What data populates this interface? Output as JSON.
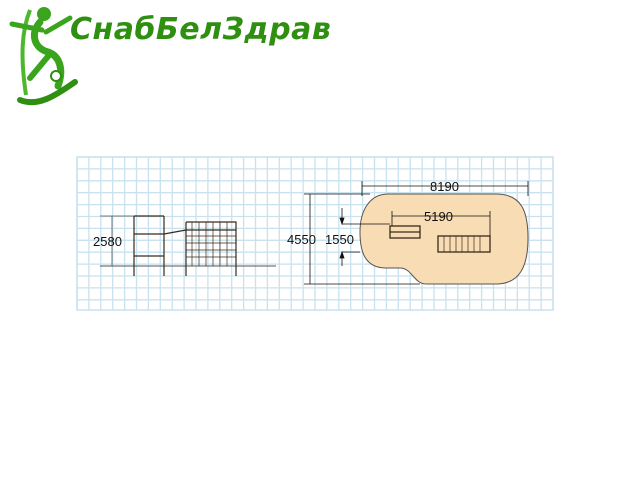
{
  "brand": {
    "name": "СнабБелЗдрав",
    "color": "#2e8f10",
    "logo_icon": "athlete-figure-icon"
  },
  "drawing": {
    "grid_color": "#c9e2ee",
    "pad_color": "#f8ddb4",
    "side_view": {
      "height_label": "2580"
    },
    "plan_view": {
      "overall_depth_label": "4550",
      "inner_depth_label": "1550",
      "overall_length_label": "8190",
      "inner_length_label": "5190"
    }
  }
}
